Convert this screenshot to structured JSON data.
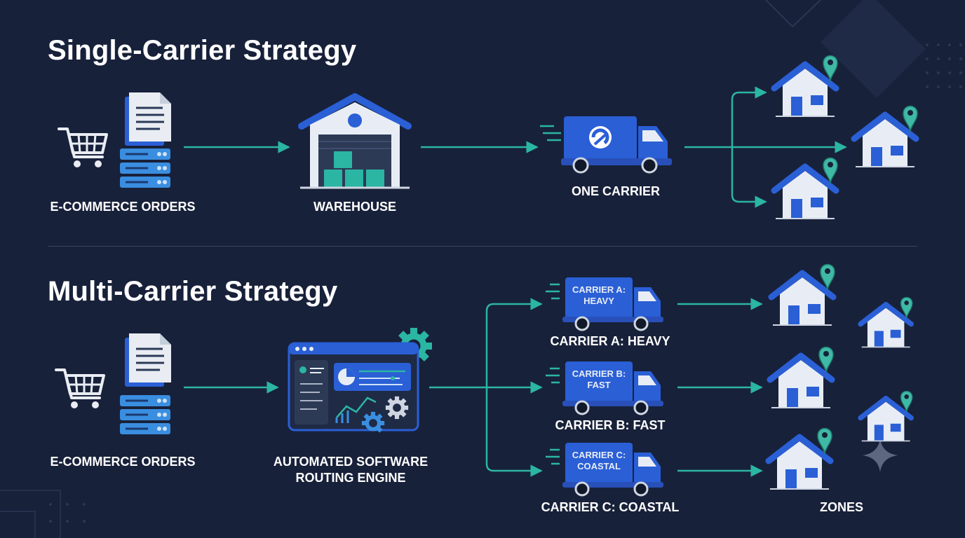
{
  "colors": {
    "background": "#18213a",
    "accent_teal": "#2bb5a3",
    "carrier_blue": "#2a5fd6",
    "house_roof": "#2a5fd6",
    "house_wall": "#e8edf5",
    "pin": "#3fb9a5"
  },
  "single": {
    "title": "Single-Carrier Strategy",
    "orders_label": "E-COMMERCE ORDERS",
    "warehouse_label": "WAREHOUSE",
    "carrier_label": "ONE CARRIER"
  },
  "multi": {
    "title": "Multi-Carrier Strategy",
    "orders_label": "E-COMMERCE ORDERS",
    "engine_label_line1": "AUTOMATED SOFTWARE",
    "engine_label_line2": "ROUTING ENGINE",
    "carriers": [
      {
        "truck_line1": "CARRIER A:",
        "truck_line2": "HEAVY",
        "label": "CARRIER A: HEAVY"
      },
      {
        "truck_line1": "CARRIER B:",
        "truck_line2": "FAST",
        "label": "CARRIER B: FAST"
      },
      {
        "truck_line1": "CARRIER C:",
        "truck_line2": "COASTAL",
        "label": "CARRIER C: COASTAL"
      }
    ],
    "zones_label": "ZONES"
  },
  "icons": [
    "shopping-cart-icon",
    "document-icon",
    "server-stack-icon",
    "warehouse-icon",
    "delivery-truck-icon",
    "house-icon",
    "location-pin-icon",
    "dashboard-icon",
    "gear-icon"
  ]
}
